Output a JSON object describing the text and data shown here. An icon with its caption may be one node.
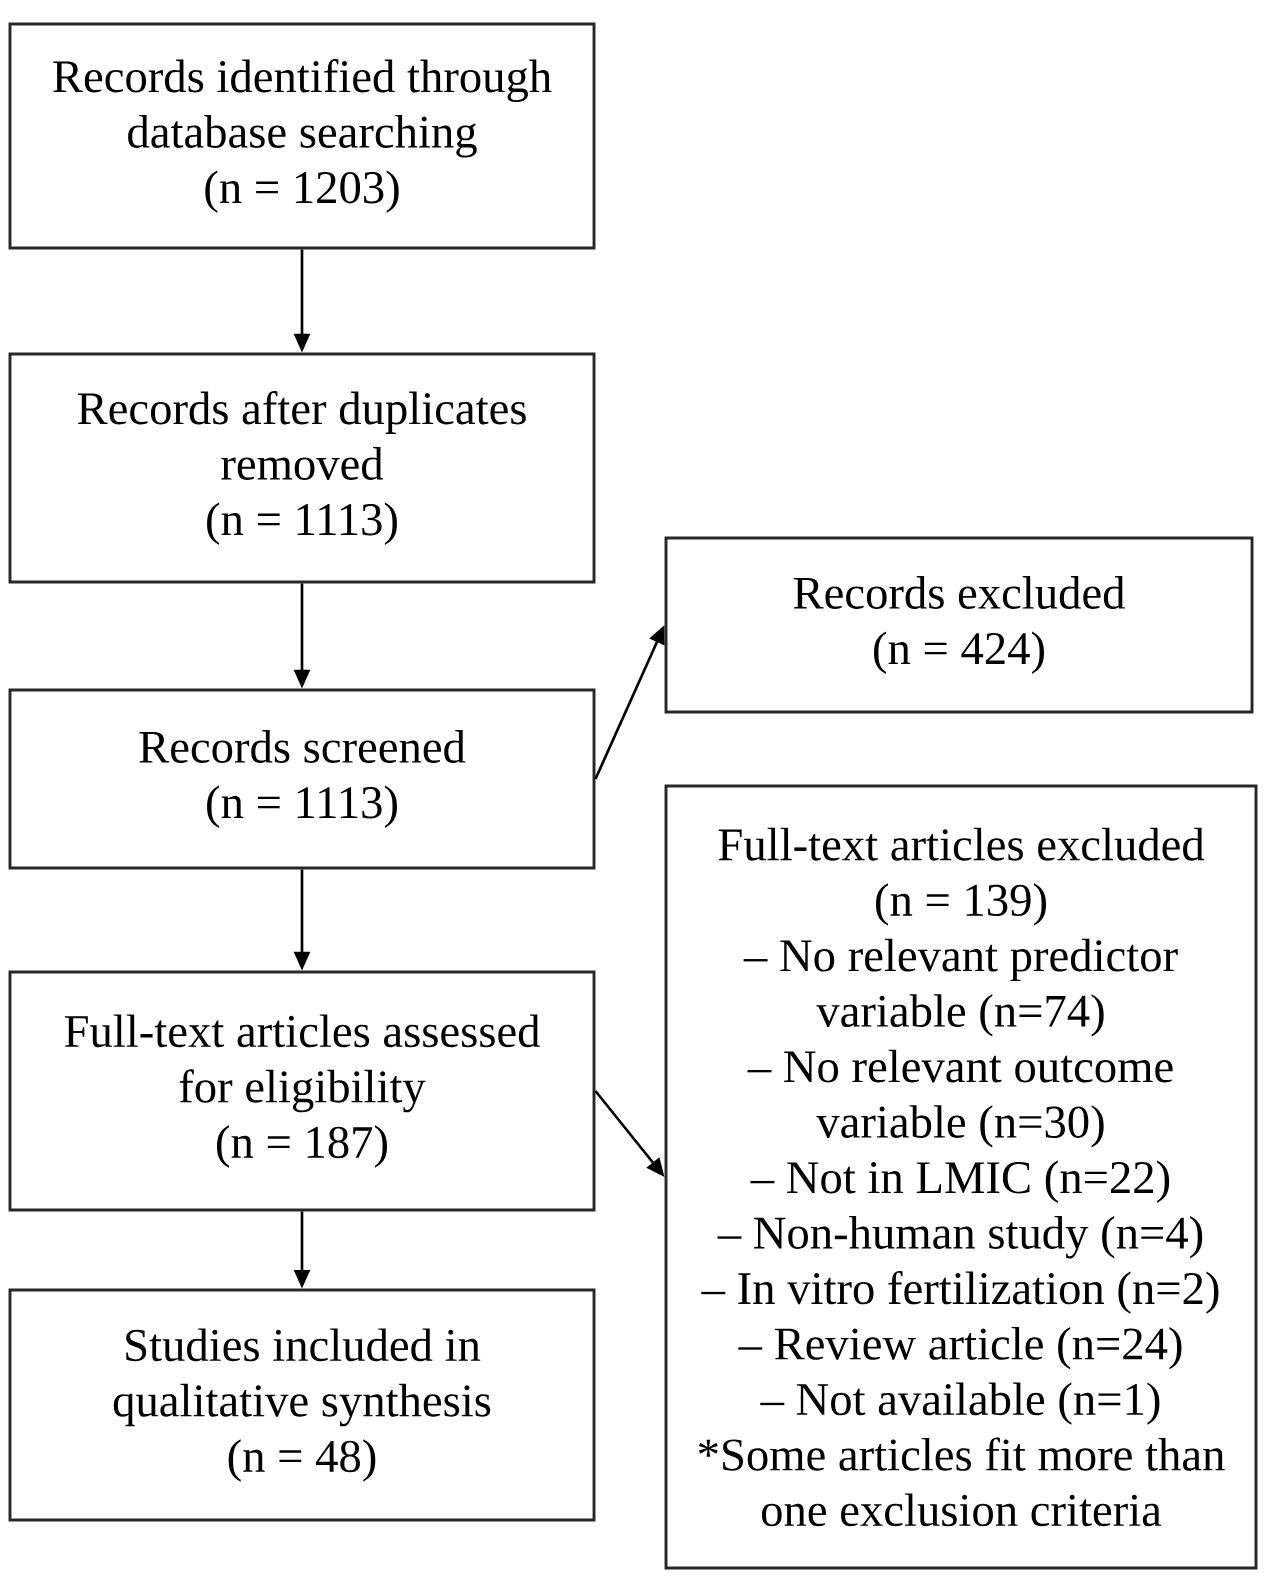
{
  "diagram": {
    "nodes": [
      {
        "text": [
          "Records identified through database searching",
          "(n = 1203)"
        ]
      },
      {
        "text": [
          "Records after duplicates removed",
          "(n = 1113)"
        ]
      },
      {
        "text": [
          "Records screened",
          "(n = 1113)"
        ]
      },
      {
        "text": [
          "Full-text articles assessed for eligibility",
          "(n = 187)"
        ]
      },
      {
        "text": [
          "Studies included in qualitative synthesis",
          "(n = 48)"
        ]
      },
      {
        "text": [
          "Records excluded",
          "(n = 424)"
        ]
      },
      {
        "text": [
          "Full-text articles excluded",
          "(n = 139)",
          "– No relevant predictor variable (n=74)",
          "– No relevant outcome variable (n=30)",
          "– Not in LMIC (n=22)",
          "– Non-human study (n=4)",
          "– In vitro fertilization (n=2)",
          "– Review article (n=24)",
          "– Not available (n=1)",
          "*Some articles fit more than one exclusion criteria"
        ]
      }
    ],
    "edges": [
      {
        "from": 0,
        "to": 1,
        "arrow": "to"
      },
      {
        "from": 1,
        "to": 2,
        "arrow": "to"
      },
      {
        "from": 2,
        "to": 3,
        "arrow": "to"
      },
      {
        "from": 3,
        "to": 4,
        "arrow": "to"
      },
      {
        "from": 2,
        "to": 5,
        "arrow": "to"
      },
      {
        "from": 3,
        "to": 6,
        "arrow": "to"
      }
    ]
  }
}
